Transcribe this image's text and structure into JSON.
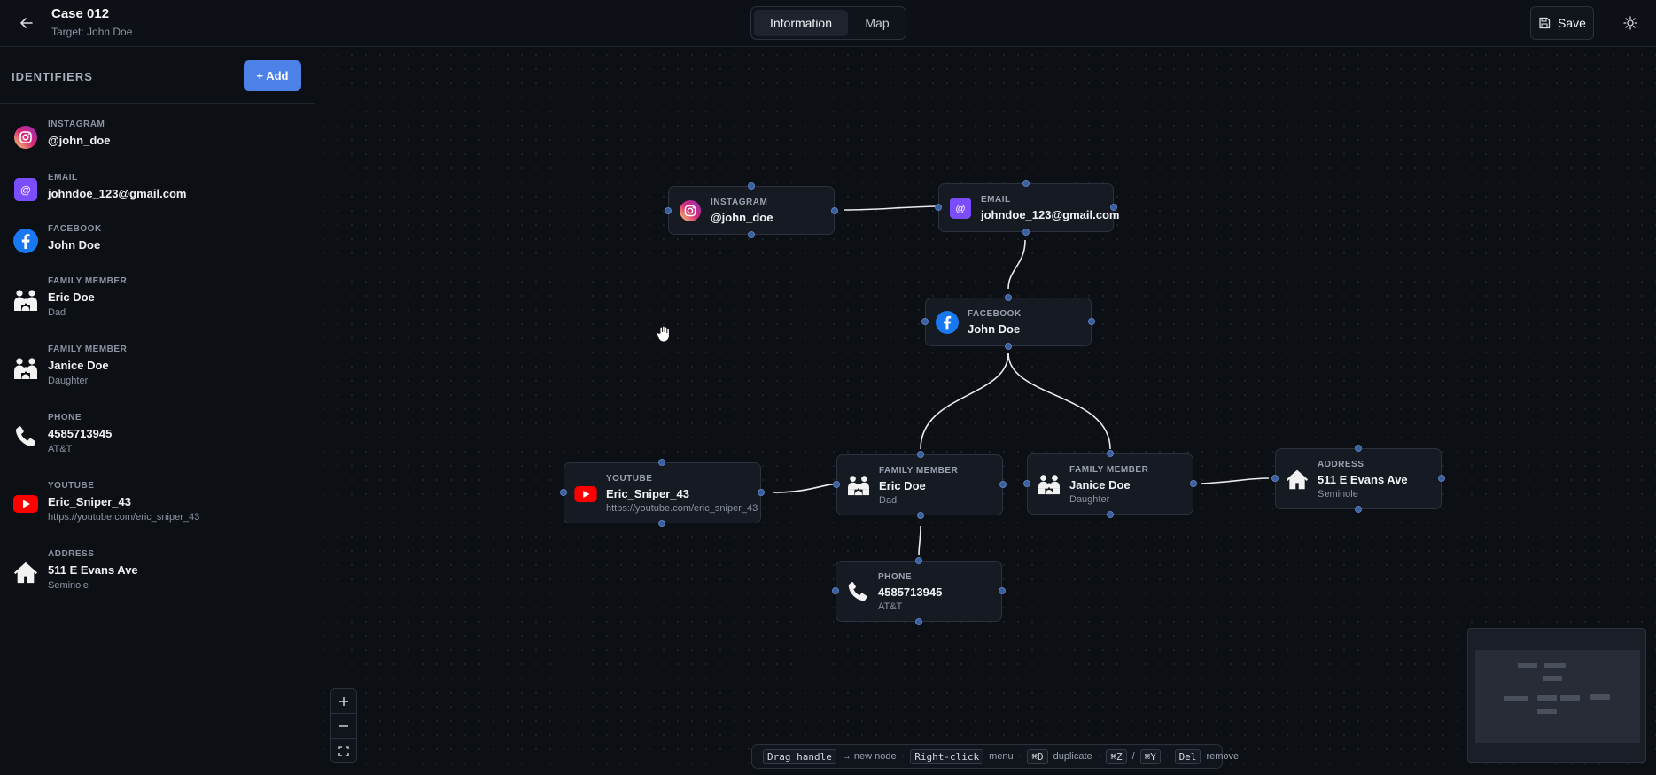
{
  "header": {
    "title": "Case 012",
    "subtitle": "Target: John Doe",
    "tabs": [
      {
        "label": "Information",
        "active": true
      },
      {
        "label": "Map",
        "active": false
      }
    ],
    "save_label": "Save"
  },
  "sidebar": {
    "title": "IDENTIFIERS",
    "add_label": "+ Add",
    "items": [
      {
        "type": "INSTAGRAM",
        "value": "@john_doe",
        "detail": "",
        "icon": "instagram-icon"
      },
      {
        "type": "EMAIL",
        "value": "johndoe_123@gmail.com",
        "detail": "",
        "icon": "email-icon"
      },
      {
        "type": "FACEBOOK",
        "value": "John Doe",
        "detail": "",
        "icon": "facebook-icon"
      },
      {
        "type": "FAMILY MEMBER",
        "value": "Eric Doe",
        "detail": "Dad",
        "icon": "family-icon"
      },
      {
        "type": "FAMILY MEMBER",
        "value": "Janice Doe",
        "detail": "Daughter",
        "icon": "family-icon"
      },
      {
        "type": "PHONE",
        "value": "4585713945",
        "detail": "AT&T",
        "icon": "phone-icon"
      },
      {
        "type": "YOUTUBE",
        "value": "Eric_Sniper_43",
        "detail": "https://youtube.com/eric_sniper_43",
        "icon": "youtube-icon"
      },
      {
        "type": "ADDRESS",
        "value": "511 E Evans Ave",
        "detail": "Seminole",
        "icon": "home-icon"
      }
    ]
  },
  "graph": {
    "nodes": [
      {
        "id": "instagram",
        "type": "INSTAGRAM",
        "value": "@john_doe",
        "detail": "",
        "icon": "instagram-icon"
      },
      {
        "id": "email",
        "type": "EMAIL",
        "value": "johndoe_123@gmail.com",
        "detail": "",
        "icon": "email-icon"
      },
      {
        "id": "facebook",
        "type": "FACEBOOK",
        "value": "John Doe",
        "detail": "",
        "icon": "facebook-icon"
      },
      {
        "id": "youtube",
        "type": "YOUTUBE",
        "value": "Eric_Sniper_43",
        "detail": "https://youtube.com/eric_sniper_43",
        "icon": "youtube-icon"
      },
      {
        "id": "eric",
        "type": "FAMILY MEMBER",
        "value": "Eric Doe",
        "detail": "Dad",
        "icon": "family-icon"
      },
      {
        "id": "janice",
        "type": "FAMILY MEMBER",
        "value": "Janice Doe",
        "detail": "Daughter",
        "icon": "family-icon"
      },
      {
        "id": "address",
        "type": "ADDRESS",
        "value": "511 E Evans Ave",
        "detail": "Seminole",
        "icon": "home-icon"
      },
      {
        "id": "phone",
        "type": "PHONE",
        "value": "4585713945",
        "detail": "AT&T",
        "icon": "phone-icon"
      }
    ],
    "edges": [
      {
        "from": "instagram",
        "to": "email"
      },
      {
        "from": "email",
        "to": "facebook"
      },
      {
        "from": "facebook",
        "to": "eric"
      },
      {
        "from": "facebook",
        "to": "janice"
      },
      {
        "from": "youtube",
        "to": "eric"
      },
      {
        "from": "eric",
        "to": "phone"
      },
      {
        "from": "janice",
        "to": "address"
      }
    ]
  },
  "hints": {
    "drag_key": "Drag handle",
    "drag_text": "→ new node",
    "rclick_key": "Right-click",
    "rclick_text": "menu",
    "dup_key": "⌘D",
    "dup_text": "duplicate",
    "undo_key": "⌘Z",
    "slash": "/",
    "redo_key": "⌘Y",
    "del_key": "Del",
    "del_text": "remove"
  },
  "colors": {
    "accent": "#4c82e8",
    "email": "#7c4dff",
    "facebook": "#1877f2",
    "youtube": "#ff0000",
    "instagram_a": "#feda75",
    "instagram_b": "#d62976",
    "instagram_c": "#962fbf"
  }
}
